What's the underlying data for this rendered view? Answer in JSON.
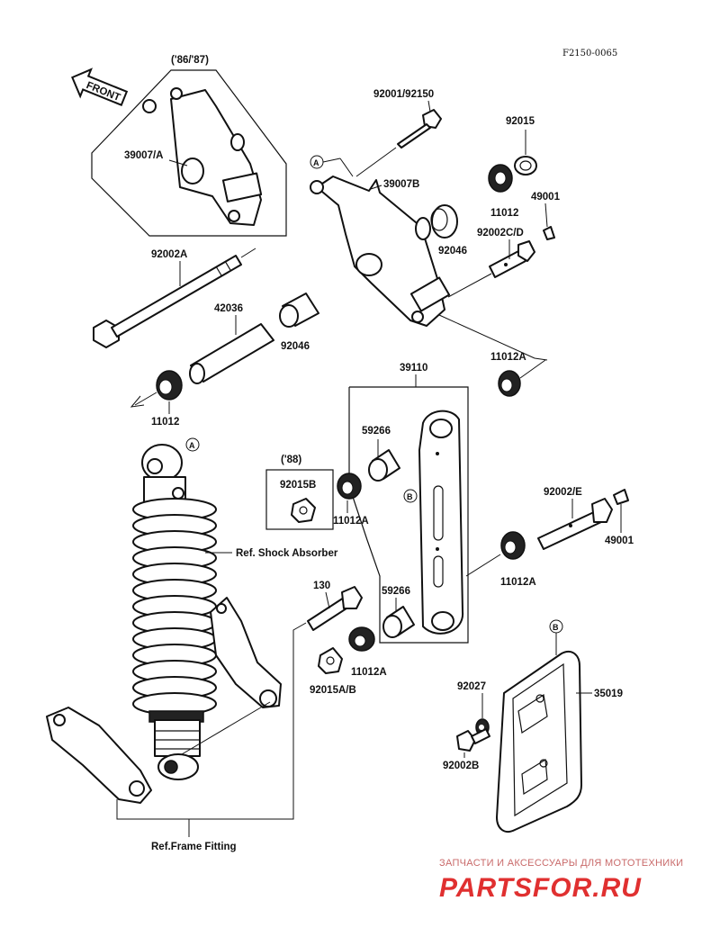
{
  "diagram_code": "F2150-0065",
  "front_arrow_label": "FRONT",
  "year_labels": {
    "early": "('86/'87)",
    "late": "('88)"
  },
  "parts": {
    "p39007A": "39007/A",
    "p92001_92150": "92001/92150",
    "p92015": "92015",
    "p39007B": "39007B",
    "p11012_upper": "11012",
    "p49001_upper": "49001",
    "p92046_upper": "92046",
    "p92002CD": "92002C/D",
    "p92002A": "92002A",
    "p42036": "42036",
    "p92046_lower": "92046",
    "p11012A_upper": "11012A",
    "p11012_left": "11012",
    "p39110": "39110",
    "p59266_upper": "59266",
    "p92015B": "92015B",
    "p11012A_mid": "11012A",
    "p92002E": "92002/E",
    "p49001_lower": "49001",
    "p11012A_right": "11012A",
    "p130": "130",
    "p59266_lower": "59266",
    "p11012A_lower": "11012A",
    "p92015AB": "92015A/B",
    "p92027": "92027",
    "p35019": "35019",
    "p92002B": "92002B"
  },
  "references": {
    "shock_absorber": "Ref. Shock Absorber",
    "frame_fitting": "Ref.Frame Fitting"
  },
  "markers": {
    "a": "A",
    "b": "B"
  },
  "watermark": {
    "tagline": "ЗАПЧАСТИ И АКСЕССУАРЫ ДЛЯ МОТОТЕХНИКИ",
    "brand": "PARTSFOR.RU"
  }
}
